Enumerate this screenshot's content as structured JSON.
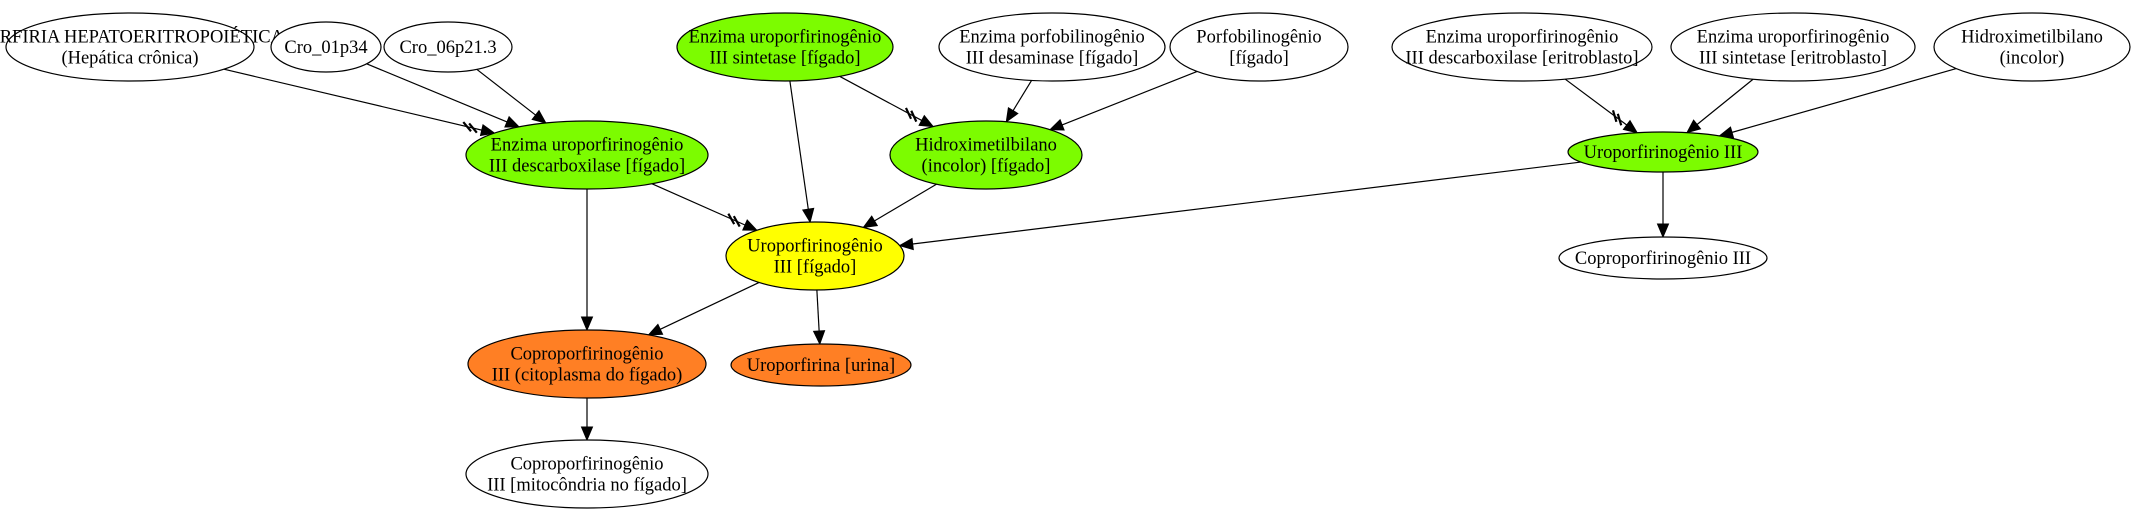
{
  "graph": {
    "nodes": [
      {
        "id": "porfiria",
        "lines": [
          "PORFIRIA HEPATOERITROPOIÉTICA",
          "(Hepática crônica)"
        ],
        "fill": "#ffffff"
      },
      {
        "id": "cro01p34",
        "lines": [
          "Cro_01p34"
        ],
        "fill": "#ffffff"
      },
      {
        "id": "cro06p213",
        "lines": [
          "Cro_06p21.3"
        ],
        "fill": "#ffffff"
      },
      {
        "id": "sintetase-figado",
        "lines": [
          "Enzima uroporfirinogênio",
          "III sintetase [fígado]"
        ],
        "fill": "#7cfc00"
      },
      {
        "id": "desaminase-figado",
        "lines": [
          "Enzima porfobilinogênio",
          "III desaminase [fígado]"
        ],
        "fill": "#ffffff"
      },
      {
        "id": "porfobilinogenio",
        "lines": [
          "Porfobilinogênio",
          "[fígado]"
        ],
        "fill": "#ffffff"
      },
      {
        "id": "descarboxilase-eritroblasto",
        "lines": [
          "Enzima uroporfirinogênio",
          "III descarboxilase [eritroblasto]"
        ],
        "fill": "#ffffff"
      },
      {
        "id": "sintetase-eritroblasto",
        "lines": [
          "Enzima uroporfirinogênio",
          "III sintetase [eritroblasto]"
        ],
        "fill": "#ffffff"
      },
      {
        "id": "hidroxi-incolor",
        "lines": [
          "Hidroximetilbilano",
          "(incolor)"
        ],
        "fill": "#ffffff"
      },
      {
        "id": "descarboxilase-figado",
        "lines": [
          "Enzima uroporfirinogênio",
          "III descarboxilase [fígado]"
        ],
        "fill": "#7cfc00"
      },
      {
        "id": "hidroxi-figado",
        "lines": [
          "Hidroximetilbilano",
          "(incolor) [fígado]"
        ],
        "fill": "#7cfc00"
      },
      {
        "id": "uroporfirinogenio-iii",
        "lines": [
          "Uroporfirinogênio III"
        ],
        "fill": "#7cfc00"
      },
      {
        "id": "uroporfirinogenio-figado",
        "lines": [
          "Uroporfirinogênio",
          "III [fígado]"
        ],
        "fill": "#ffff00"
      },
      {
        "id": "coproporfirinogenio-iii",
        "lines": [
          "Coproporfirinogênio III"
        ],
        "fill": "#ffffff"
      },
      {
        "id": "copro-citoplasma",
        "lines": [
          "Coproporfirinogênio",
          "III (citoplasma do fígado)"
        ],
        "fill": "#ff7f24"
      },
      {
        "id": "uroporfirina-urina",
        "lines": [
          "Uroporfirina [urina]"
        ],
        "fill": "#ff7f24"
      },
      {
        "id": "copro-mitocondria",
        "lines": [
          "Coproporfirinogênio",
          "III [mitocôndria no fígado]"
        ],
        "fill": "#ffffff"
      }
    ],
    "edges": [
      {
        "from": "porfiria",
        "to": "descarboxilase-figado",
        "inhibit": true
      },
      {
        "from": "cro01p34",
        "to": "descarboxilase-figado",
        "inhibit": false
      },
      {
        "from": "cro06p213",
        "to": "descarboxilase-figado",
        "inhibit": false
      },
      {
        "from": "sintetase-figado",
        "to": "hidroxi-figado",
        "inhibit": true
      },
      {
        "from": "sintetase-figado",
        "to": "uroporfirinogenio-figado",
        "inhibit": false
      },
      {
        "from": "desaminase-figado",
        "to": "hidroxi-figado",
        "inhibit": false
      },
      {
        "from": "porfobilinogenio",
        "to": "hidroxi-figado",
        "inhibit": false
      },
      {
        "from": "descarboxilase-eritroblasto",
        "to": "uroporfirinogenio-iii",
        "inhibit": true
      },
      {
        "from": "sintetase-eritroblasto",
        "to": "uroporfirinogenio-iii",
        "inhibit": false
      },
      {
        "from": "hidroxi-incolor",
        "to": "uroporfirinogenio-iii",
        "inhibit": false
      },
      {
        "from": "descarboxilase-figado",
        "to": "uroporfirinogenio-figado",
        "inhibit": true
      },
      {
        "from": "descarboxilase-figado",
        "to": "copro-citoplasma",
        "inhibit": false
      },
      {
        "from": "hidroxi-figado",
        "to": "uroporfirinogenio-figado",
        "inhibit": false
      },
      {
        "from": "uroporfirinogenio-iii",
        "to": "uroporfirinogenio-figado",
        "inhibit": false
      },
      {
        "from": "uroporfirinogenio-iii",
        "to": "coproporfirinogenio-iii",
        "inhibit": false
      },
      {
        "from": "uroporfirinogenio-figado",
        "to": "copro-citoplasma",
        "inhibit": false
      },
      {
        "from": "uroporfirinogenio-figado",
        "to": "uroporfirina-urina",
        "inhibit": false
      },
      {
        "from": "copro-citoplasma",
        "to": "copro-mitocondria",
        "inhibit": false
      }
    ]
  }
}
